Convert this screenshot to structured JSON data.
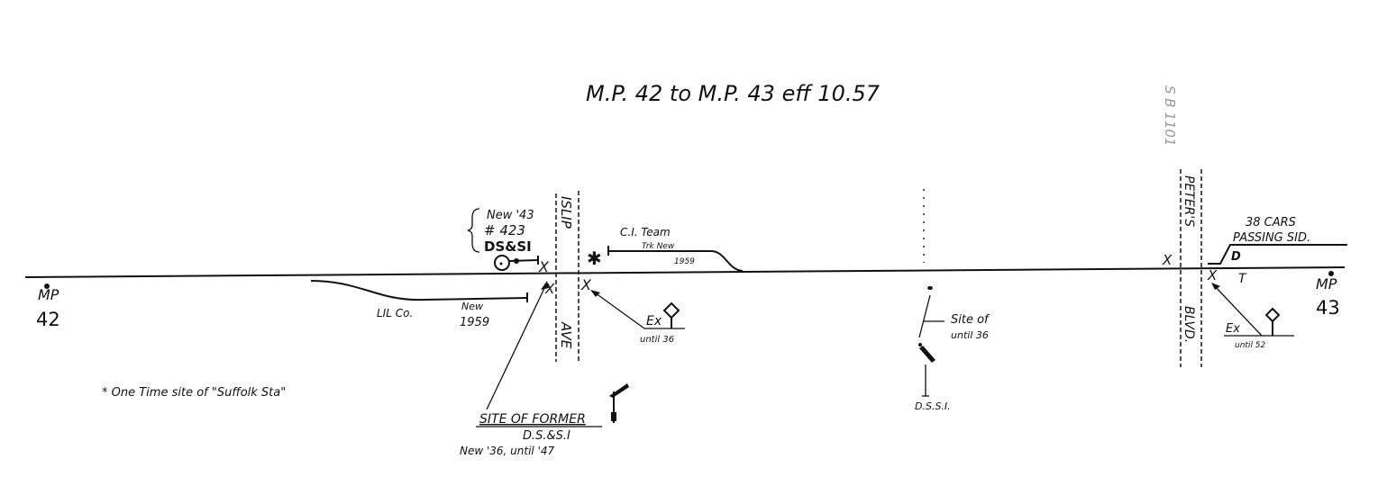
{
  "title": "M.P. 42 to M.P. 43  eff 10.57",
  "mileposts": {
    "start": {
      "label": "MP",
      "number": "42"
    },
    "end": {
      "label": "MP",
      "number": "43"
    }
  },
  "streets": {
    "islip": {
      "top": "ISLIP",
      "bottom": "AVE"
    },
    "peters": {
      "top": "PETER'S",
      "bottom": "BLVD."
    },
    "faint_margin_text": "S B 1101"
  },
  "signal_note": {
    "line1": "New '43",
    "line2": "# 423",
    "line3": "DS&SI"
  },
  "lil_siding": {
    "label": "LIL Co.",
    "new": "New",
    "year": "1959"
  },
  "ci_team_track": {
    "line1": "C.I. Team",
    "line2": "Trk New",
    "year": "1959"
  },
  "ex_islip": {
    "label": "Ex",
    "until": "until 36"
  },
  "former_site": {
    "line1": "SITE OF FORMER",
    "line2": "D.S.&S.I",
    "line3": "New '36, until '47"
  },
  "middle_site": {
    "line1": "Site of",
    "line2": "until 36",
    "bottom": "D.S.S.I."
  },
  "passing_siding": {
    "capacity": "38 CARS",
    "label": "PASSING SID.",
    "switch_letter": "D",
    "t_mark": "T"
  },
  "ex_peters": {
    "label": "Ex",
    "until": "until 52"
  },
  "footnote": "* One Time site of \"Suffolk Sta\""
}
